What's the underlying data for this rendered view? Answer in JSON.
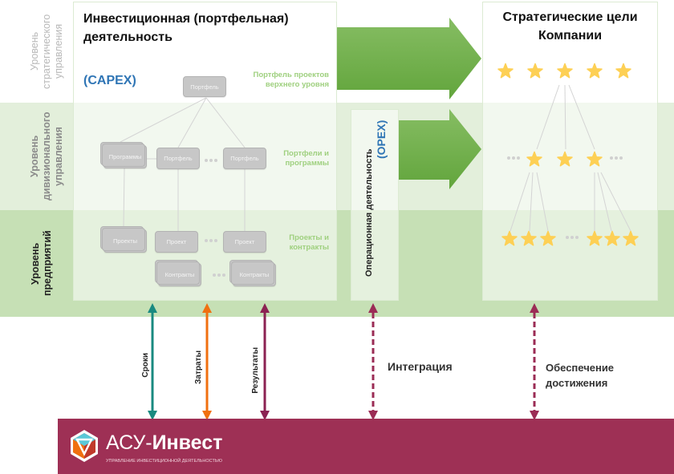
{
  "levels": {
    "strategic": "Уровень стратегического управления",
    "divisional": "Уровень дивизионального управления",
    "enterprise": "Уровень предприятий"
  },
  "investment": {
    "title": "Инвестиционная (портфельная) деятельность",
    "code": "(CAPEX)",
    "tiers": [
      "Портфель проектов верхнего уровня",
      "Портфели и программы",
      "Проекты и контракты"
    ],
    "nodes": {
      "top_portfolio": "Портфель",
      "programs": "Программы",
      "portfolio": "Портфель",
      "projects": "Проекты",
      "project": "Проект",
      "contracts": "Контракты"
    }
  },
  "operations": {
    "title": "Операционная деятельность",
    "code": "(OPEX)"
  },
  "goals": {
    "title": "Стратегические цели Компании"
  },
  "links": {
    "deadlines": "Сроки",
    "costs": "Затраты",
    "results": "Результаты",
    "integration": "Интеграция",
    "achievement": "Обеспечение достижения"
  },
  "brand": {
    "name_prefix": "АСУ-",
    "name_main": "Инвест",
    "tagline": "УПРАВЛЕНИЕ ИНВЕСТИЦИОННОЙ ДЕЯТЕЛЬНОСТЬЮ"
  },
  "colors": {
    "band_light": "#e3efdb",
    "band_dark": "#c6e0b5",
    "arrow_green": "#6fae47",
    "teal": "#1a8a80",
    "orange": "#f07010",
    "purple": "#8b2252",
    "brand_bar": "#9e3055",
    "star": "#fdd055",
    "capex_blue": "#2f75b5"
  }
}
